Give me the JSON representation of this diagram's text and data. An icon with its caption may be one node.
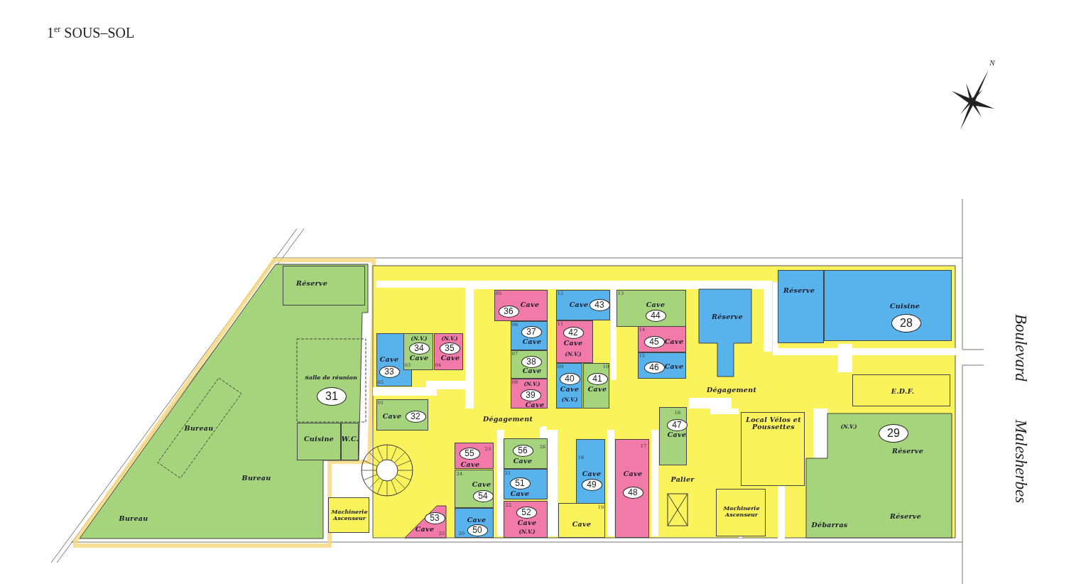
{
  "diagram": {
    "title": "1$^{er}$ SOUS–SOL",
    "nodes": [
      {
        "text": [
          "Bureau",
          "Bureau"
        ]
      },
      {
        "text": [
          "Réserve"
        ],
        "in": 0
      },
      {
        "text": [
          "Bureau"
        ],
        "in": 0
      },
      {
        "text": [
          "Salle de réunion"
        ],
        "in": 0
      },
      {
        "text": [
          "31"
        ],
        "in": 3
      },
      {
        "text": [
          "Cuisine"
        ],
        "in": 0
      },
      {
        "text": [
          "W.C."
        ],
        "in": 0
      },
      {
        "text": [
          "Machinerie Ascenseur"
        ]
      },
      {
        "text": [
          "Cave",
          "02"
        ]
      },
      {
        "text": [
          "33"
        ],
        "in": 8
      },
      {
        "text": [
          "(N.V.)",
          "Cave",
          "03"
        ]
      },
      {
        "text": [
          "34"
        ],
        "in": 10
      },
      {
        "text": [
          "(N.V.)",
          "Cave",
          "04"
        ]
      },
      {
        "text": [
          "35"
        ],
        "in": 12
      },
      {
        "text": [
          "05",
          "Cave"
        ]
      },
      {
        "text": [
          "36"
        ],
        "in": 14
      },
      {
        "text": [
          "06",
          "Cave"
        ]
      },
      {
        "text": [
          "37"
        ],
        "in": 16
      },
      {
        "text": [
          "07",
          "Cave"
        ]
      },
      {
        "text": [
          "38"
        ],
        "in": 18
      },
      {
        "text": [
          "08",
          "(N.V.)",
          "Cave"
        ]
      },
      {
        "text": [
          "39"
        ],
        "in": 20
      },
      {
        "text": [
          "01",
          "Cave"
        ]
      },
      {
        "text": [
          "32"
        ],
        "in": 22
      },
      {
        "text": [
          "Dégagement"
        ]
      },
      {
        "text": [
          "12",
          "Cave"
        ]
      },
      {
        "text": [
          "43"
        ],
        "in": 25
      },
      {
        "text": [
          "11",
          "Cave",
          "(N.V.)"
        ]
      },
      {
        "text": [
          "42"
        ],
        "in": 27
      },
      {
        "text": [
          "09",
          "Cave",
          "(N.V.)"
        ]
      },
      {
        "text": [
          "40"
        ],
        "in": 29
      },
      {
        "text": [
          "10",
          "Cave"
        ]
      },
      {
        "text": [
          "41"
        ],
        "in": 31
      },
      {
        "text": [
          "13",
          "Cave"
        ]
      },
      {
        "text": [
          "44"
        ],
        "in": 33
      },
      {
        "text": [
          "14",
          "Cave"
        ]
      },
      {
        "text": [
          "45"
        ],
        "in": 35
      },
      {
        "text": [
          "15",
          "Cave"
        ]
      },
      {
        "text": [
          "46"
        ],
        "in": 37
      },
      {
        "text": [
          "Réserve"
        ]
      },
      {
        "text": [
          "Réserve"
        ]
      },
      {
        "text": [
          "Cuisine"
        ]
      },
      {
        "text": [
          "28"
        ],
        "in": 41
      },
      {
        "text": [
          "Dégagement"
        ]
      },
      {
        "text": [
          "E.D.F."
        ]
      },
      {
        "text": [
          "26",
          "Cave"
        ]
      },
      {
        "text": [
          "56"
        ],
        "in": 45
      },
      {
        "text": [
          "Cave",
          "23"
        ]
      },
      {
        "text": [
          "55"
        ],
        "in": 47
      },
      {
        "text": [
          "24",
          "Cave"
        ]
      },
      {
        "text": [
          "54"
        ],
        "in": 49
      },
      {
        "text": [
          "21",
          "Cave"
        ]
      },
      {
        "text": [
          "51"
        ],
        "in": 51
      },
      {
        "text": [
          "18",
          "Cave"
        ]
      },
      {
        "text": [
          "49"
        ],
        "in": 53
      },
      {
        "text": [
          "17",
          "Cave"
        ]
      },
      {
        "text": [
          "48"
        ],
        "in": 55
      },
      {
        "text": [
          "16",
          "Cave"
        ]
      },
      {
        "text": [
          "47"
        ],
        "in": 57
      },
      {
        "text": [
          "Local Vélos et Poussettes"
        ]
      },
      {
        "text": [
          "(N.V.)",
          "Réserve",
          "Réserve",
          "Débarras"
        ]
      },
      {
        "text": [
          "29"
        ],
        "in": 60
      },
      {
        "text": [
          "Cave",
          "25"
        ]
      },
      {
        "text": [
          "53"
        ],
        "in": 62
      },
      {
        "text": [
          "Cave",
          "20"
        ]
      },
      {
        "text": [
          "50"
        ],
        "in": 64
      },
      {
        "text": [
          "22",
          "Cave",
          "(N.V.)"
        ]
      },
      {
        "text": [
          "52"
        ],
        "in": 66
      },
      {
        "text": [
          "19",
          "Cave"
        ]
      },
      {
        "text": [
          "Palier"
        ]
      },
      {
        "text": [
          "Machinerie Ascenseur"
        ]
      }
    ],
    "labels": [
      "N",
      "Boulevard Malesherbes"
    ]
  }
}
